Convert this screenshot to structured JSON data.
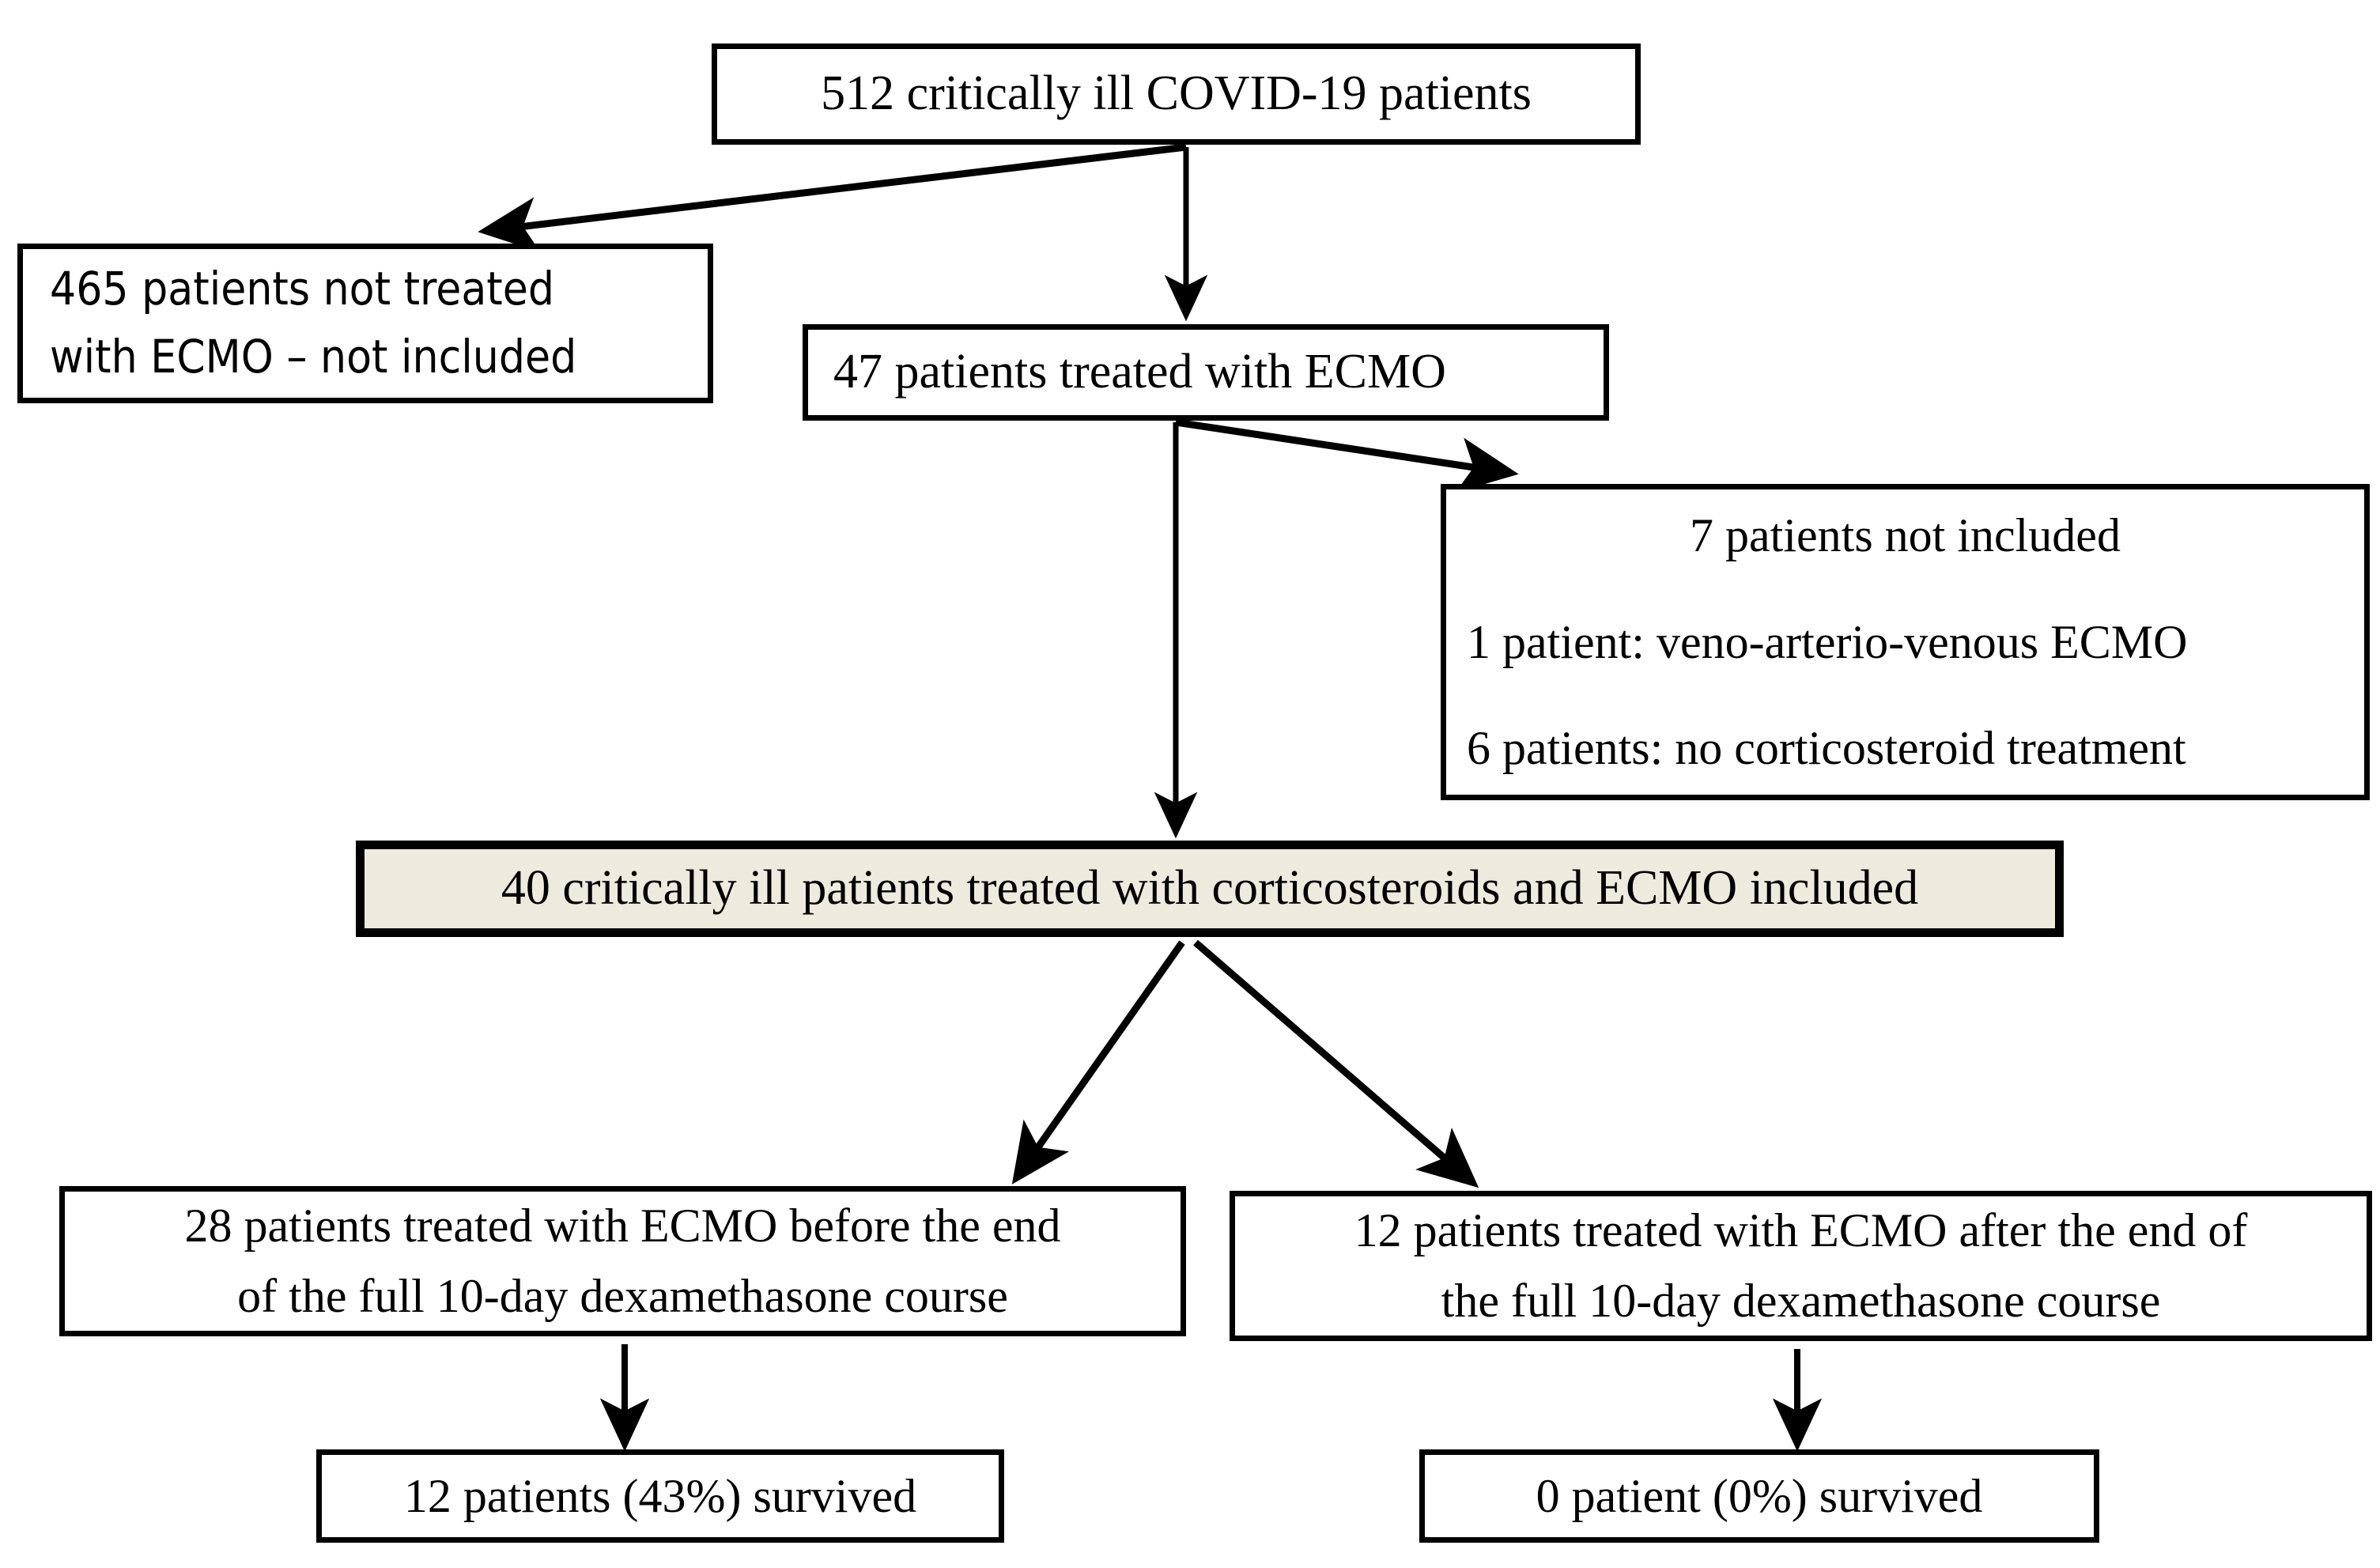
{
  "diagram": {
    "title": "COVID-19 ECMO patient selection flowchart",
    "colors": {
      "background": "#ffffff",
      "stroke": "#000000",
      "text": "#000000",
      "highlight_fill": "#edeade"
    },
    "nodes": {
      "total": {
        "id": "total-patients-box",
        "lines": [
          "512 critically ill COVID-19 patients"
        ]
      },
      "not_treated": {
        "id": "not-treated-box",
        "lines": [
          "465 patients not treated",
          "with ECMO – not included"
        ]
      },
      "ecmo": {
        "id": "ecmo-treated-box",
        "lines": [
          "47 patients treated with ECMO"
        ]
      },
      "excluded": {
        "id": "excluded-box",
        "lines": [
          "7 patients not included",
          "1 patient: veno-arterio-venous ECMO",
          "6 patients: no corticosteroid treatment"
        ]
      },
      "included": {
        "id": "included-box",
        "lines": [
          "40 critically ill patients treated with corticosteroids and ECMO included"
        ]
      },
      "before": {
        "id": "ecmo-before-box",
        "lines": [
          "28 patients treated with ECMO before the end",
          "of the full 10-day dexamethasone course"
        ]
      },
      "after": {
        "id": "ecmo-after-box",
        "lines": [
          "12 patients treated with ECMO after the end of",
          "the full 10-day dexamethasone course"
        ]
      },
      "survived_left": {
        "id": "survived-before-box",
        "lines": [
          "12 patients (43%) survived"
        ]
      },
      "survived_right": {
        "id": "survived-after-box",
        "lines": [
          "0 patient (0%) survived"
        ]
      }
    },
    "edges": [
      {
        "from": "total",
        "to": "not_treated",
        "kind": "diagonal-left"
      },
      {
        "from": "total",
        "to": "ecmo",
        "kind": "vertical"
      },
      {
        "from": "ecmo",
        "to": "excluded",
        "kind": "diagonal-right"
      },
      {
        "from": "ecmo",
        "to": "included",
        "kind": "vertical"
      },
      {
        "from": "included",
        "to": "before",
        "kind": "diagonal-left"
      },
      {
        "from": "included",
        "to": "after",
        "kind": "diagonal-right"
      },
      {
        "from": "before",
        "to": "survived_left",
        "kind": "vertical"
      },
      {
        "from": "after",
        "to": "survived_right",
        "kind": "vertical"
      }
    ],
    "counts": {
      "screened": 512,
      "not_treated_with_ecmo": 465,
      "treated_with_ecmo": 47,
      "excluded_total": 7,
      "excluded_vav_ecmo": 1,
      "excluded_no_corticosteroid": 6,
      "included": 40,
      "ecmo_before_course_end": 28,
      "ecmo_after_course_end": 12,
      "survivors_before": 12,
      "survival_rate_before": "43%",
      "survivors_after": 0,
      "survival_rate_after": "0%"
    }
  }
}
